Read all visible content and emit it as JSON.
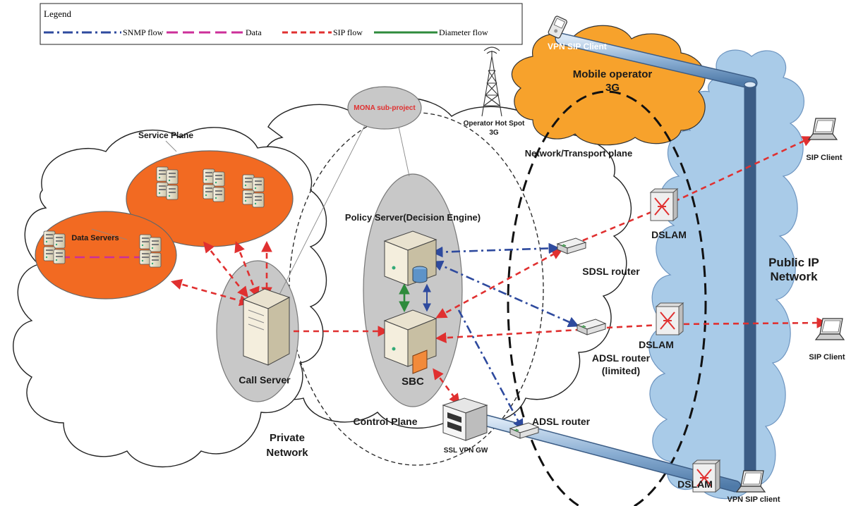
{
  "legend": {
    "title": "Legend",
    "items": [
      {
        "label": "SNMP flow",
        "color": "#2e4a9e"
      },
      {
        "label": "Data",
        "color": "#cc2f9a"
      },
      {
        "label": "SIP flow",
        "color": "#e03030"
      },
      {
        "label": "Diameter flow",
        "color": "#2e8b3c"
      }
    ]
  },
  "labels": {
    "vpn_sip_client_top": "VPN SIP Client",
    "mobile_operator_line1": "Mobile operator",
    "mobile_operator_line2": "3G",
    "hotspot_line1": "Operator Hot Spot",
    "hotspot_line2": "3G",
    "mona": "MONA sub-project",
    "network_transport": "Network/Transport plane",
    "service_plane": "Service Plane",
    "data_servers": "Data Servers",
    "policy_server": "Policy Server(Decision Engine)",
    "dslam_top": "DSLAM",
    "sdsl_router": "SDSL router",
    "public_ip_line1": "Public IP",
    "public_ip_line2": "Network",
    "sip_client_top": "SIP Client",
    "call_server": "Call Server",
    "sbc": "SBC",
    "adsl_limited_line1": "ADSL router",
    "adsl_limited_line2": "(limited)",
    "dslam_mid": "DSLAM",
    "sip_client_mid": "SIP Client",
    "ssl_vpn_gw": "SSL VPN GW",
    "adsl_router": "ADSL router",
    "control_plane": "Control Plane",
    "private_line1": "Private",
    "private_line2": "Network",
    "dslam_bottom": "DSLAM",
    "vpn_sip_client_bottom": "VPN SIP client"
  },
  "colors": {
    "snmp": "#2e4a9e",
    "data": "#cc2f9a",
    "sip": "#e03030",
    "diameter": "#2e8b3c",
    "orange": "#f26a22",
    "mobile_orange": "#f7a22c",
    "public_blue": "#a9cbe8",
    "grey_ellipse": "#c8c8c8",
    "pipe": "#8aaed3"
  }
}
